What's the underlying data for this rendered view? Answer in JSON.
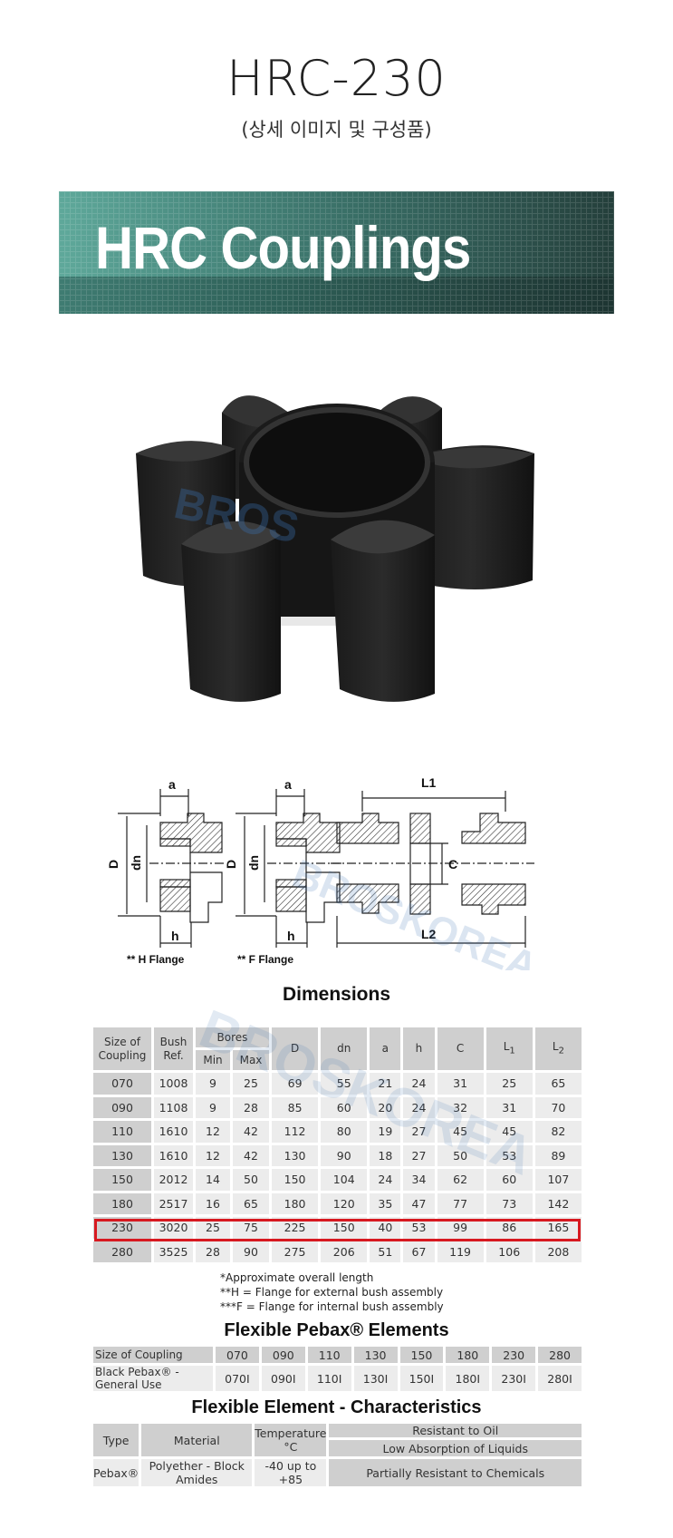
{
  "header": {
    "title": "HRC-230",
    "subtitle": "(상세 이미지 및 구성품)"
  },
  "banner": {
    "text": "HRC Couplings",
    "colors": {
      "light": "#5fa99b",
      "dark": "#1d3532"
    }
  },
  "product_image": {
    "alt": "Black six-lobed flexible coupling element (spider)",
    "watermark": "BROS"
  },
  "diagram": {
    "labels": {
      "a1": "a",
      "D1": "D",
      "dn1": "dn",
      "h1": "h",
      "a2": "a",
      "D2": "D",
      "dn2": "dn",
      "h2": "h",
      "L1": "L1",
      "L2": "L2",
      "C": "C"
    },
    "captions": {
      "h_flange": "** H Flange",
      "f_flange": "** F Flange"
    },
    "watermark": "BROSKOREA"
  },
  "dimensions": {
    "title": "Dimensions",
    "headers": {
      "size": "Size of Coupling",
      "bush": "Bush Ref.",
      "bores": "Bores",
      "min": "Min",
      "max": "Max",
      "D": "D",
      "dn": "dn",
      "a": "a",
      "h": "h",
      "C": "C",
      "L1": "L",
      "L1_sub": "1",
      "L2": "L",
      "L2_sub": "2"
    },
    "rows": [
      [
        "070",
        "1008",
        "9",
        "25",
        "69",
        "55",
        "21",
        "24",
        "31",
        "25",
        "65"
      ],
      [
        "090",
        "1108",
        "9",
        "28",
        "85",
        "60",
        "20",
        "24",
        "32",
        "31",
        "70"
      ],
      [
        "110",
        "1610",
        "12",
        "42",
        "112",
        "80",
        "19",
        "27",
        "45",
        "45",
        "82"
      ],
      [
        "130",
        "1610",
        "12",
        "42",
        "130",
        "90",
        "18",
        "27",
        "50",
        "53",
        "89"
      ],
      [
        "150",
        "2012",
        "14",
        "50",
        "150",
        "104",
        "24",
        "34",
        "62",
        "60",
        "107"
      ],
      [
        "180",
        "2517",
        "16",
        "65",
        "180",
        "120",
        "35",
        "47",
        "77",
        "73",
        "142"
      ],
      [
        "230",
        "3020",
        "25",
        "75",
        "225",
        "150",
        "40",
        "53",
        "99",
        "86",
        "165"
      ],
      [
        "280",
        "3525",
        "28",
        "90",
        "275",
        "206",
        "51",
        "67",
        "119",
        "106",
        "208"
      ]
    ],
    "highlighted_row": "230",
    "highlight_color": "#d71920",
    "notes": [
      "*Approximate overall length",
      "**H = Flange for external bush assembly",
      "***F = Flange for internal bush assembly"
    ]
  },
  "pebax": {
    "title": "Flexible Pebax® Elements",
    "row1_label": "Size of Coupling",
    "sizes": [
      "070",
      "090",
      "110",
      "130",
      "150",
      "180",
      "230",
      "280"
    ],
    "row2_label": "Black Pebax® - General Use",
    "parts": [
      "070I",
      "090I",
      "110I",
      "130I",
      "150I",
      "180I",
      "230I",
      "280I"
    ]
  },
  "characteristics": {
    "title": "Flexible Element - Characteristics",
    "headers": {
      "type": "Type",
      "material": "Material",
      "temperature": "Temperature °C"
    },
    "row": {
      "type": "Pebax®",
      "material": "Polyether - Block Amides",
      "temperature": "-40 up to +85"
    },
    "properties": [
      "Resistant to Oil",
      "Low Absorption of Liquids",
      "Partially Resistant to Chemicals"
    ]
  }
}
